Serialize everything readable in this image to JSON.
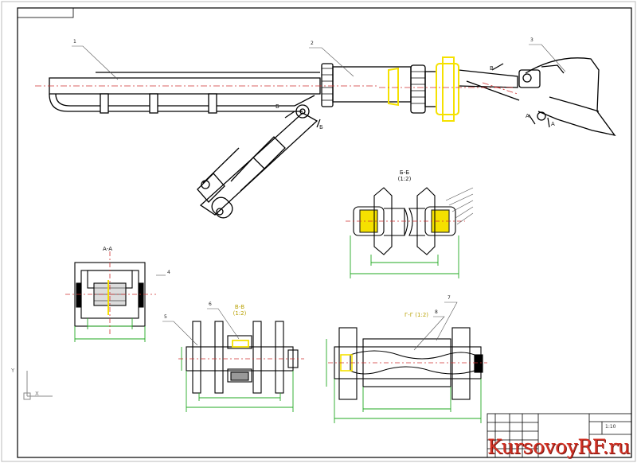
{
  "drawing": {
    "sections": {
      "bb": {
        "title": "Б-Б",
        "scale": "(1:2)"
      },
      "aa": {
        "title": "А-А"
      },
      "vv": {
        "title": "В-В",
        "scale": "(1:2)"
      },
      "gg": {
        "title": "Г-Г",
        "scale": "(1:2)"
      }
    },
    "cut_marks": {
      "a": "А",
      "b": "Б",
      "v": "В"
    },
    "position_labels": [
      "1",
      "2",
      "3",
      "4",
      "5",
      "6",
      "7",
      "8"
    ],
    "ucs": {
      "x": "X",
      "y": "Y"
    },
    "title_block": {
      "sheet": "1:10"
    }
  },
  "watermark": {
    "text": "KursovoyRF.ru"
  },
  "colors": {
    "outline": "#000000",
    "highlight": "#f5e100",
    "dimension": "#22aa22",
    "axis": "#d03030",
    "leader": "#555555"
  }
}
